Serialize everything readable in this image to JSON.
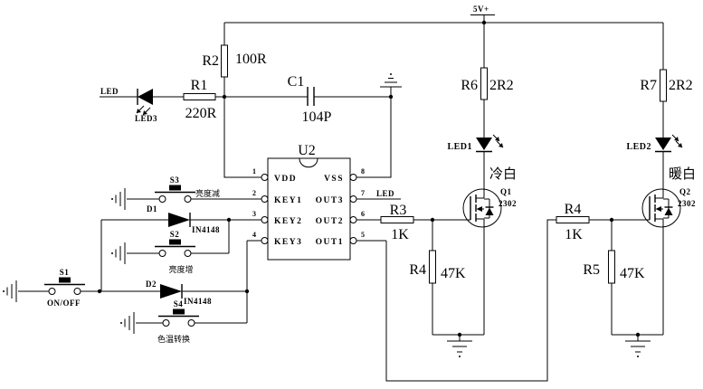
{
  "power": {
    "label": "5V+"
  },
  "components": {
    "r1": {
      "name": "R1",
      "value": "220R"
    },
    "r2": {
      "name": "R2",
      "value": "100R"
    },
    "r3": {
      "name": "R3",
      "value": "1K"
    },
    "r4a": {
      "name": "R4",
      "value": "47K"
    },
    "r4b": {
      "name": "R4",
      "value": "1K"
    },
    "r5": {
      "name": "R5",
      "value": "47K"
    },
    "r6": {
      "name": "R6",
      "value": "2R2"
    },
    "r7": {
      "name": "R7",
      "value": "2R2"
    },
    "c1": {
      "name": "C1",
      "value": "104P"
    },
    "d1": {
      "name": "D1",
      "value": "IN4148"
    },
    "d2": {
      "name": "D2",
      "value": "IN4148"
    },
    "led3": {
      "name": "LED3",
      "net": "LED"
    },
    "led1": {
      "name": "LED1",
      "label": "冷白"
    },
    "led2": {
      "name": "LED2",
      "label": "暖白"
    },
    "q1": {
      "name": "Q1",
      "value": "2302"
    },
    "q2": {
      "name": "Q2",
      "value": "2302"
    },
    "u2": {
      "name": "U2",
      "pins": {
        "p1": {
          "num": "1",
          "name": "VDD"
        },
        "p2": {
          "num": "2",
          "name": "KEY1"
        },
        "p3": {
          "num": "3",
          "name": "KEY2"
        },
        "p4": {
          "num": "4",
          "name": "KEY3"
        },
        "p5": {
          "num": "5",
          "name": "OUT1"
        },
        "p6": {
          "num": "6",
          "name": "OUT2"
        },
        "p7": {
          "num": "7",
          "name": "OUT3",
          "net": "LED"
        },
        "p8": {
          "num": "8",
          "name": "VSS"
        }
      }
    },
    "s1": {
      "name": "S1",
      "label": "ON/OFF"
    },
    "s2": {
      "name": "S2",
      "label": "亮度增"
    },
    "s3": {
      "name": "S3",
      "label": "亮度减"
    },
    "s4": {
      "name": "S4",
      "label": "色温转换"
    }
  }
}
